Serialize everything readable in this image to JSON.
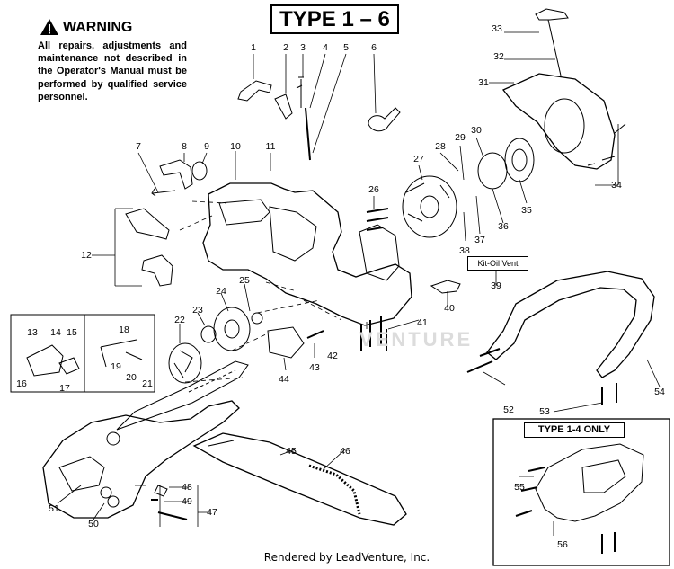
{
  "warning": {
    "title": "WARNING",
    "text": "All repairs, adjustments and maintenance not described in the Operator's Manual must be performed by qualified service personnel."
  },
  "diagram_title": "TYPE 1 – 6",
  "kit_label": "Kit-Oil Vent",
  "inset_title": "TYPE 1-4 ONLY",
  "watermark": "VENTURE",
  "footer": "Rendered by LeadVenture, Inc.",
  "part_numbers": [
    "1",
    "2",
    "3",
    "4",
    "5",
    "6",
    "7",
    "8",
    "9",
    "10",
    "11",
    "12",
    "13",
    "14",
    "15",
    "16",
    "17",
    "18",
    "19",
    "20",
    "21",
    "22",
    "23",
    "24",
    "25",
    "26",
    "27",
    "28",
    "29",
    "30",
    "31",
    "32",
    "33",
    "34",
    "35",
    "36",
    "37",
    "38",
    "39",
    "40",
    "41",
    "42",
    "43",
    "44",
    "45",
    "46",
    "47",
    "48",
    "49",
    "50",
    "51",
    "52",
    "53",
    "54",
    "55",
    "56"
  ]
}
